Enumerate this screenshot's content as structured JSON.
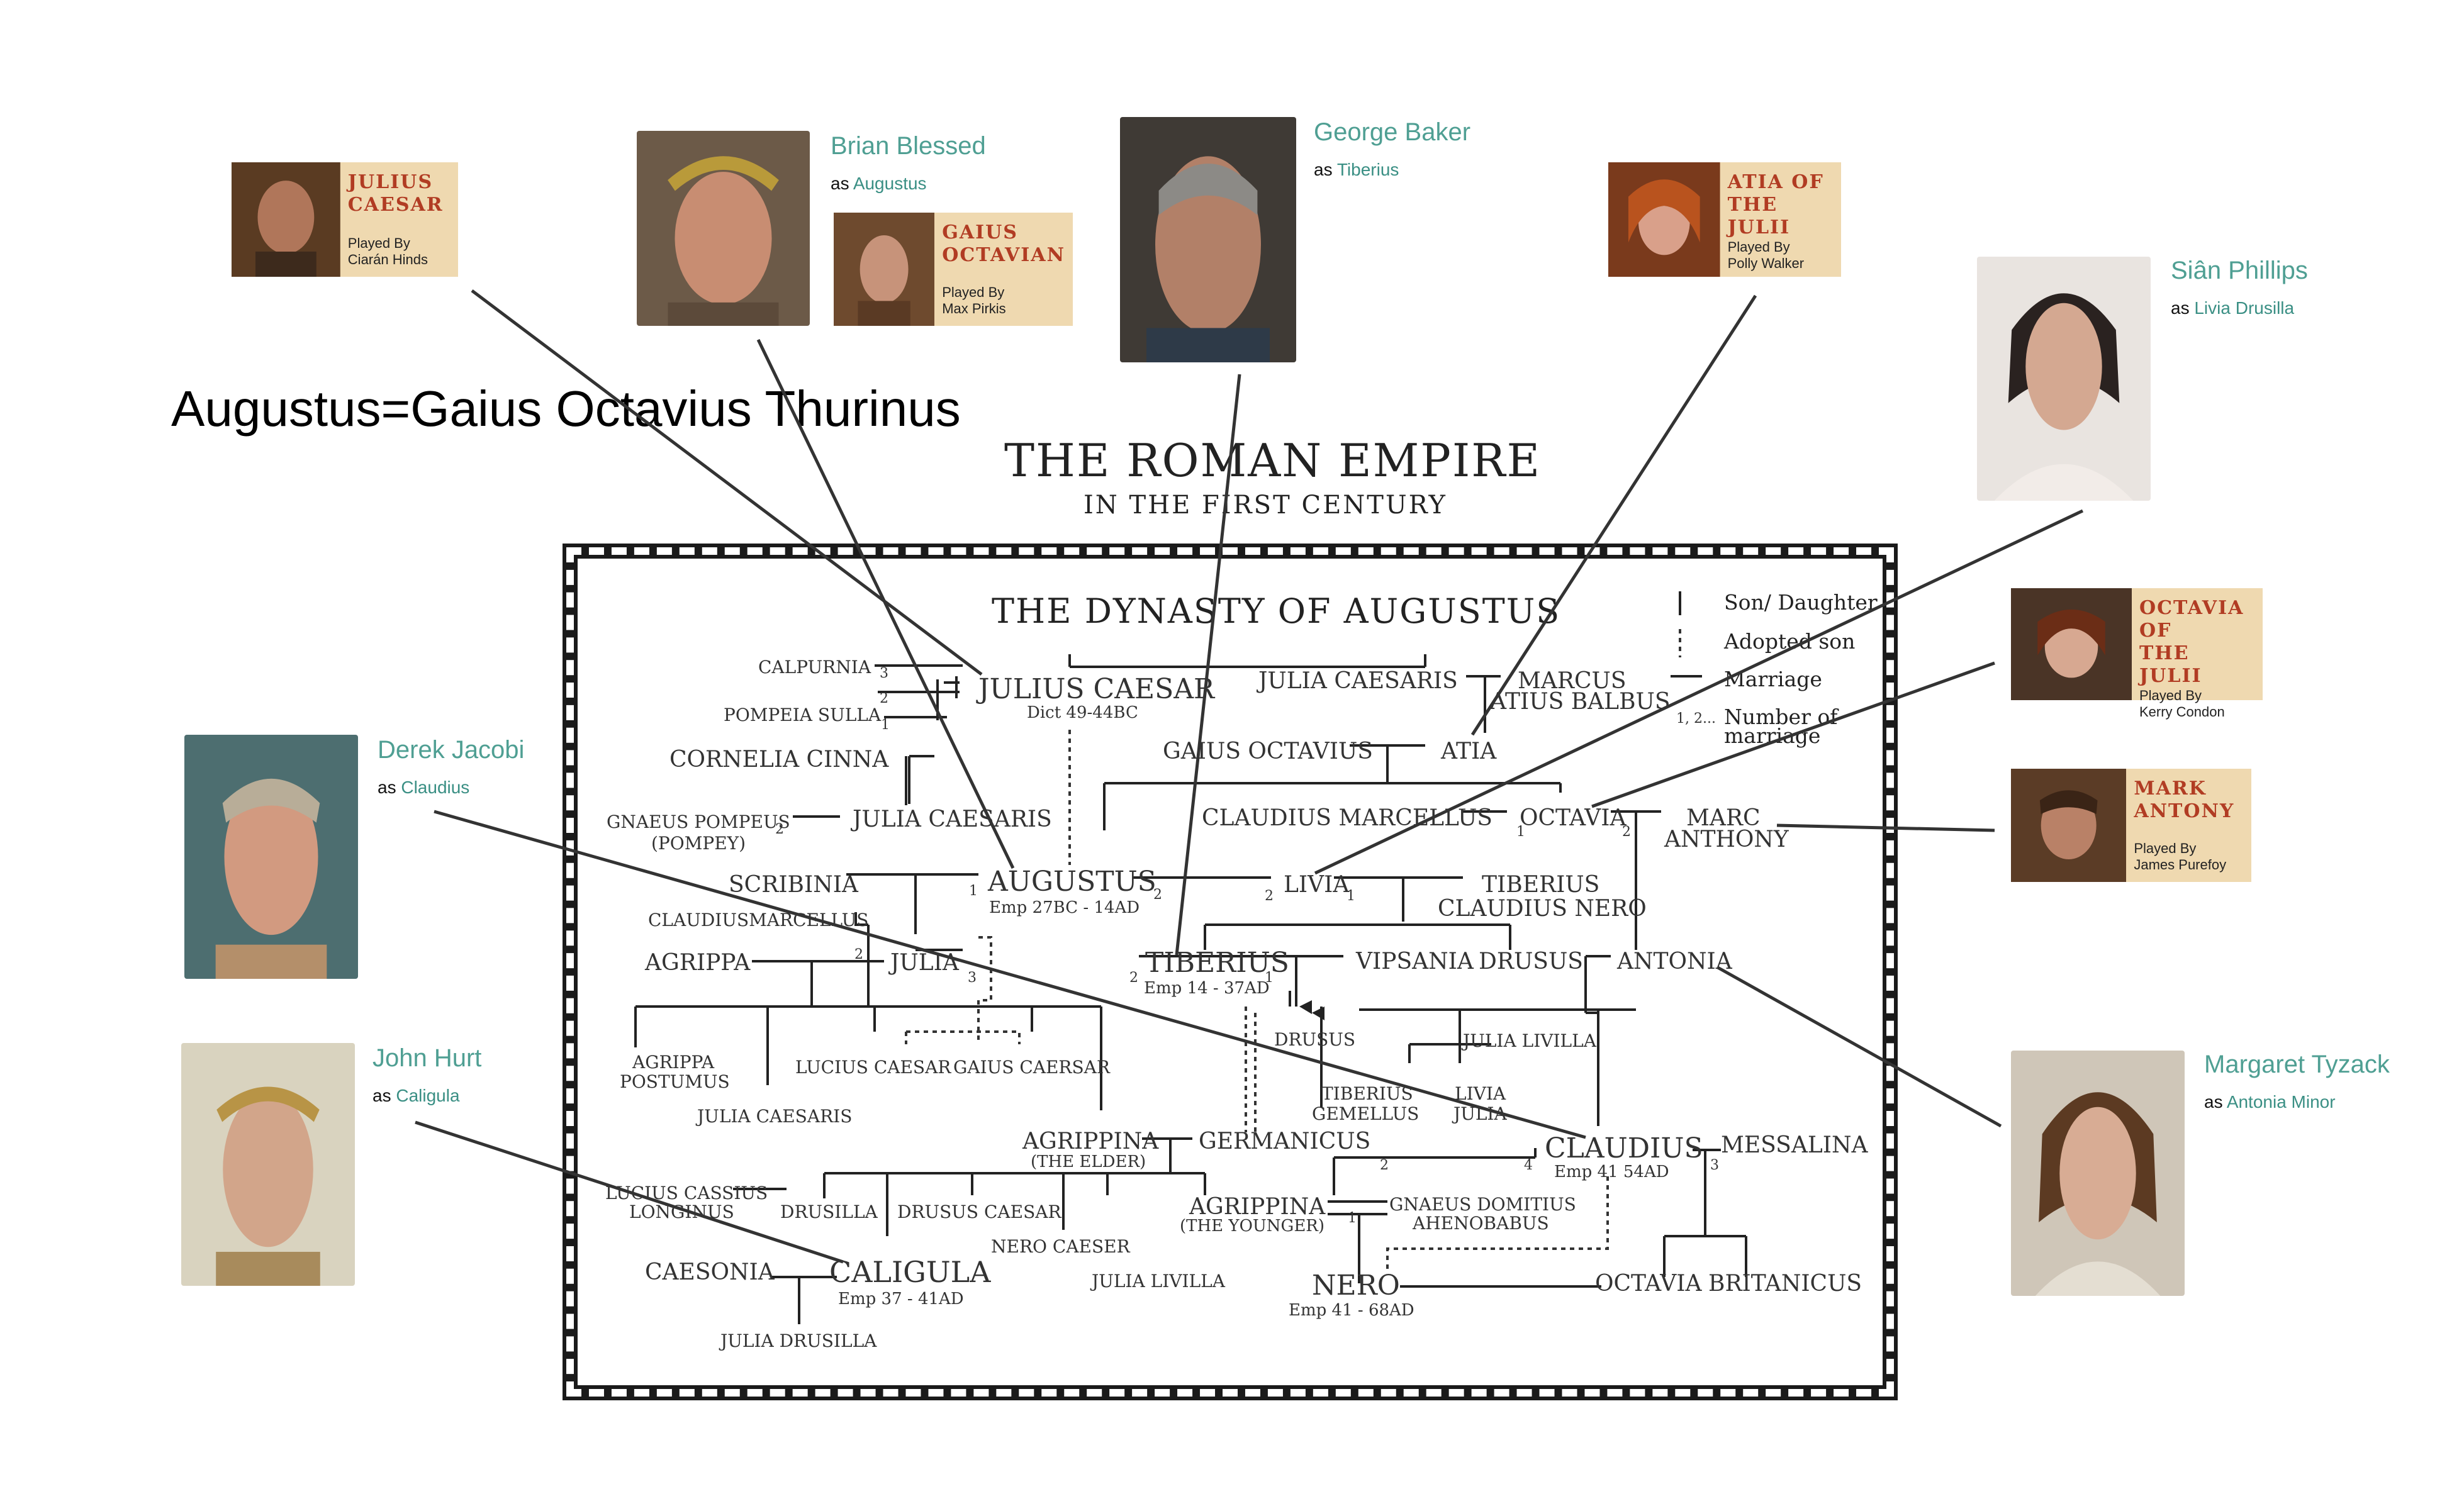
{
  "headline": "Augustus=Gaius Octavius Thurinus",
  "chart": {
    "title": "THE ROMAN EMPIRE",
    "subtitle": "IN THE FIRST CENTURY",
    "dynasty_title": "THE DYNASTY OF AUGUSTUS"
  },
  "legend": {
    "son_daughter": "Son/ Daughter",
    "adopted_son": "Adopted son",
    "marriage": "Marriage",
    "number_prefix": "1, 2...",
    "number_of_marriage_line1": "Number of",
    "number_of_marriage_line2": "marriage"
  },
  "names": {
    "calpurnia": "CALPURNIA",
    "pompeia_sulla": "POMPEIA SULLA",
    "cornelia_cinna": "CORNELIA CINNA",
    "julius_caesar": "JULIUS CAESAR",
    "julius_caesar_dates": "Dict 49-44BC",
    "julia_caesaris_top": "JULIA CAESARIS",
    "marcus_line1": "MARCUS",
    "marcus_line2": "ATIUS BALBUS",
    "gaius_octavius": "GAIUS OCTAVIUS",
    "atia": "ATIA",
    "gnaeus_pompeius_line1": "GNAEUS POMPEUS",
    "gnaeus_pompeius_line2": "(POMPEY)",
    "julia_caesaris_mid": "JULIA CAESARIS",
    "claudius_marcellus": "CLAUDIUS MARCELLUS",
    "octavia": "OCTAVIA",
    "marc_anthony_line1": "MARC",
    "marc_anthony_line2": "ANTHONY",
    "scribinia": "SCRIBINIA",
    "augustus": "AUGUSTUS",
    "augustus_dates": "Emp 27BC - 14AD",
    "livia": "LIVIA",
    "tiberius_cn_line1": "TIBERIUS",
    "tiberius_cn_line2": "CLAUDIUS NERO",
    "claudiusmarcellus": "CLAUDIUSMARCELLUS",
    "agrippa": "AGRIPPA",
    "julia": "JULIA",
    "tiberius": "TIBERIUS",
    "tiberius_dates": "Emp 14 - 37AD",
    "vipsania": "VIPSANIA",
    "drusus_top": "DRUSUS",
    "antonia": "ANTONIA",
    "agrippa_postumus_line1": "AGRIPPA",
    "agrippa_postumus_line2": "POSTUMUS",
    "lucius_caesar": "LUCIUS CAESAR",
    "gaius_caersar": "GAIUS CAERSAR",
    "julia_caesaris_low": "JULIA CAESARIS",
    "drusus_child": "DRUSUS",
    "julia_livilla_top": "JULIA LIVILLA",
    "tiberius_gemellus_line1": "TIBERIUS",
    "tiberius_gemellus_line2": "GEMELLUS",
    "livia_julia_line1": "LIVIA",
    "livia_julia_line2": "JULIA",
    "agrippina_elder_line1": "AGRIPPINA",
    "agrippina_elder_line2": "(THE ELDER)",
    "germanicus": "GERMANICUS",
    "claudius": "CLAUDIUS",
    "claudius_dates": "Emp 41 54AD",
    "messalina": "MESSALINA",
    "lucius_cassius_line1": "LUCIUS CASSIUS",
    "lucius_cassius_line2": "LONGINUS",
    "drusilla": "DRUSILLA",
    "drusus_caesar": "DRUSUS CAESAR",
    "nero_caeser": "NERO CAESER",
    "agrippina_younger_line1": "AGRIPPINA",
    "agrippina_younger_line2": "(THE YOUNGER)",
    "gnaeus_domitius_line1": "GNAEUS DOMITIUS",
    "gnaeus_domitius_line2": "AHENOBABUS",
    "caesonia": "CAESONIA",
    "caligula": "CALIGULA",
    "caligula_dates": "Emp 37 - 41AD",
    "julia_livilla_low": "JULIA LIVILLA",
    "nero": "NERO",
    "nero_dates": "Emp 41 - 68AD",
    "octavia_low": "OCTAVIA",
    "britanicus": "BRITANICUS",
    "julia_drusilla": "JULIA DRUSILLA"
  },
  "cards": [
    {
      "name_line1": "JULIUS",
      "name_line2": "CAESAR",
      "played_by": "Played By",
      "actor": "Ciarán Hinds"
    },
    {
      "name_line1": "GAIUS",
      "name_line2": "OCTAVIAN",
      "played_by": "Played By",
      "actor": "Max Pirkis"
    },
    {
      "name_line1": "ATIA OF",
      "name_line2": "THE JULII",
      "played_by": "Played By",
      "actor": "Polly Walker"
    },
    {
      "name_line1": "OCTAVIA OF",
      "name_line2": "THE JULII",
      "played_by": "Played By",
      "actor": "Kerry Condon"
    },
    {
      "name_line1": "MARK",
      "name_line2": "ANTONY",
      "played_by": "Played By",
      "actor": "James Purefoy"
    }
  ],
  "actors": [
    {
      "name": "Brian Blessed",
      "as": "as",
      "role": "Augustus"
    },
    {
      "name": "George Baker",
      "as": "as",
      "role": "Tiberius"
    },
    {
      "name": "Siân Phillips",
      "as": "as",
      "role": "Livia Drusilla"
    },
    {
      "name": "Derek Jacobi",
      "as": "as",
      "role": "Claudius"
    },
    {
      "name": "John Hurt",
      "as": "as",
      "role": "Caligula"
    },
    {
      "name": "Margaret Tyzack",
      "as": "as",
      "role": "Antonia Minor"
    }
  ],
  "marriage_numbers": {
    "n1": "1",
    "n2": "2",
    "n3": "3",
    "n4": "4"
  },
  "colors": {
    "card_bg": "#efd9b0",
    "card_name": "#b13c23",
    "actor_name": "#4f9f93",
    "role_link": "#3a8f84"
  }
}
